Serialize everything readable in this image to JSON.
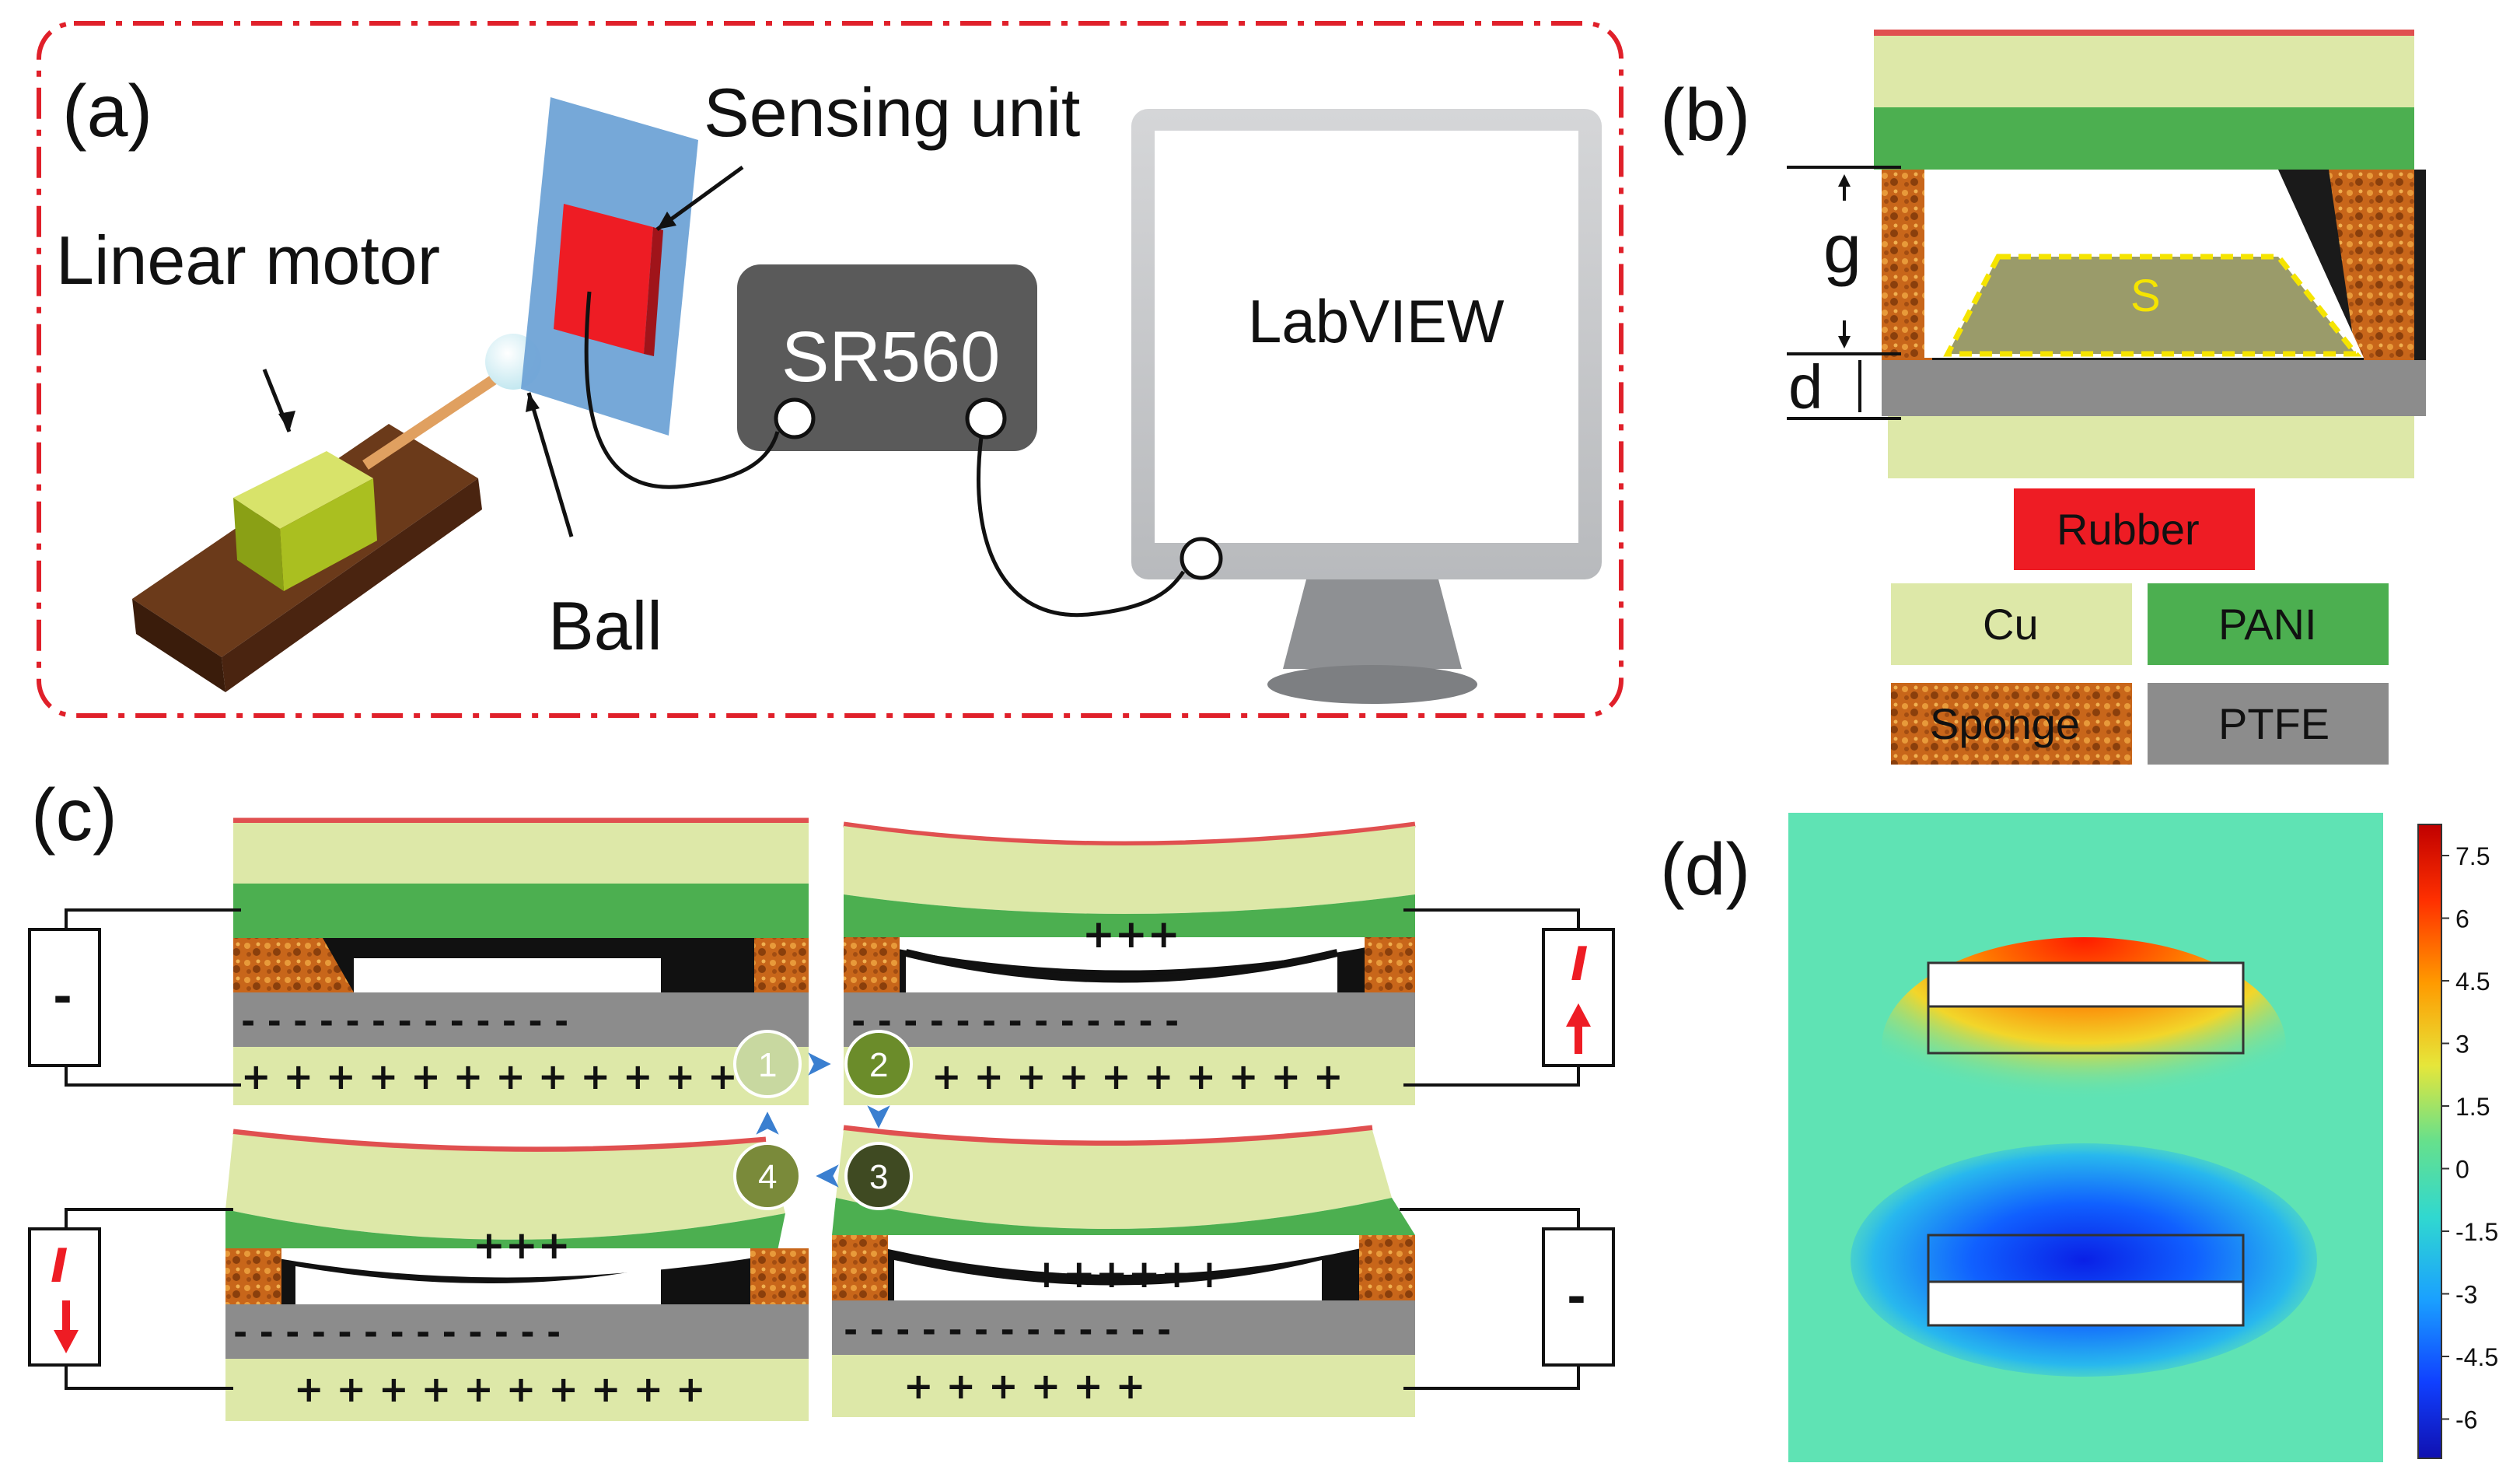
{
  "panel_a": {
    "label": "(a)",
    "linear_motor": "Linear motor",
    "sensing_unit": "Sensing unit",
    "ball": "Ball",
    "amplifier": "SR560",
    "software": "LabVIEW"
  },
  "panel_b": {
    "label": "(b)",
    "gap": "g",
    "thickness": "d",
    "area": "S",
    "legend": {
      "rubber": "Rubber",
      "cu": "Cu",
      "pani": "PANI",
      "sponge": "Sponge",
      "ptfe": "PTFE"
    }
  },
  "panel_c": {
    "label": "(c)",
    "steps": [
      "1",
      "2",
      "3",
      "4"
    ],
    "neg_row_1": "- - - - - - - - - - - - -",
    "pos_row_1": "+ + + + + + + + + + + + +",
    "neg_row_2": "- - - - - - - - - - - - -",
    "pos_row_2": "+  +  +  +  +  +  +  +  +  +",
    "pani_charge_2": "+++",
    "neg_row_3": "- - - - - - - - - - - - -",
    "pos_row_3": "+   +   +   +   +   +",
    "pani_charge_3": "++++++",
    "neg_row_4": "- - - - - - - - - - - - -",
    "pos_row_4": "+ + + + + + + + + +",
    "pani_charge_4": "+++",
    "meter_1": "-",
    "meter_2": "I",
    "meter_3": "-",
    "meter_4": "I"
  },
  "panel_d": {
    "label": "(d)",
    "colorbar_ticks": [
      "7.5",
      "6",
      "4.5",
      "3",
      "1.5",
      "0",
      "-1.5",
      "-3",
      "-4.5",
      "-6"
    ]
  },
  "colors": {
    "frame": "#e0202a",
    "rubber": "#ee1c24",
    "cu": "#dde8a8",
    "pani": "#4caf50",
    "sponge": "#c8661a",
    "ptfe": "#8c8c8c",
    "amplifier": "#5a5a5a",
    "monitor": "#c8c9cb",
    "field": "#5fe3b4"
  }
}
